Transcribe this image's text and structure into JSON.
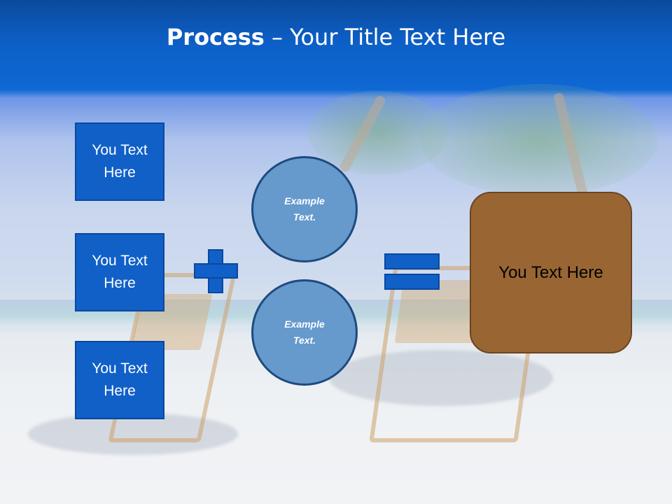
{
  "slide": {
    "title": {
      "bold": "Process",
      "rest": " – Your Title Text Here"
    },
    "input_boxes": [
      {
        "label": "You Text Here"
      },
      {
        "label": "You Text Here"
      },
      {
        "label": "You Text Here"
      }
    ],
    "operator_plus": "plus-icon",
    "circles": [
      {
        "label": "Example Text."
      },
      {
        "label": "Example Text."
      }
    ],
    "operator_equals": "equals-icon",
    "result_box": {
      "label": "You Text Here"
    },
    "colors": {
      "title_band": "#0f68d4",
      "box_fill": "#1060c8",
      "box_border": "#0a48a0",
      "circle_fill": "#6699cc",
      "circle_border": "#1e4a7e",
      "result_fill": "#996633",
      "result_border": "#6b4520"
    }
  }
}
